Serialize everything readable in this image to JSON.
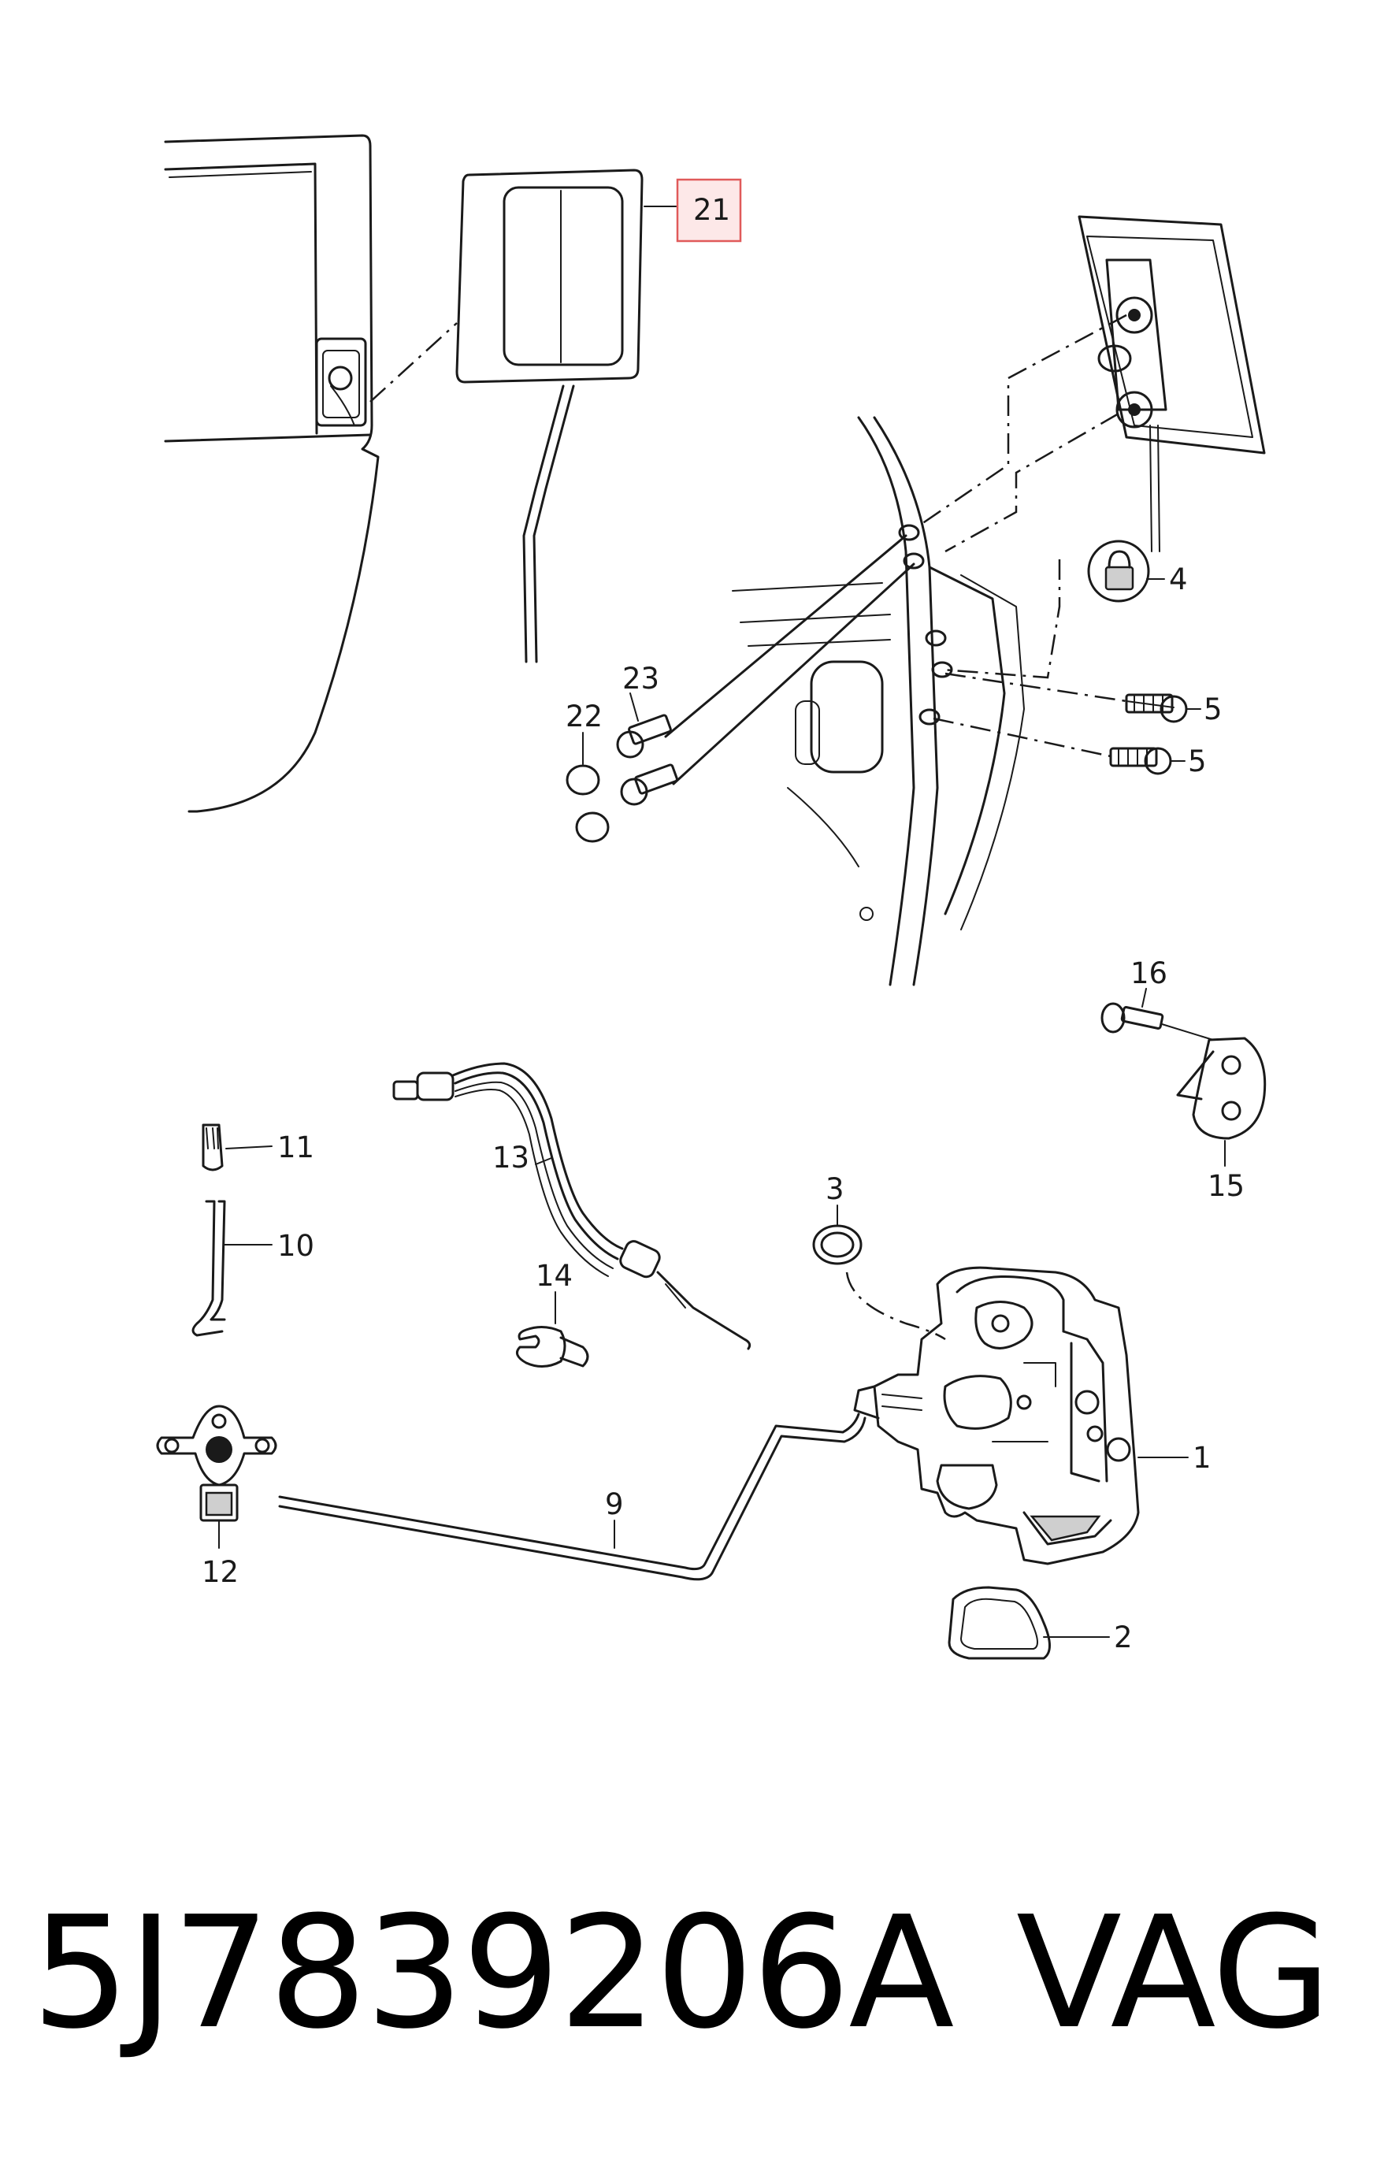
{
  "diagram": {
    "callouts": [
      {
        "id": "21",
        "label": "21",
        "highlighted": true
      },
      {
        "id": "23",
        "label": "23"
      },
      {
        "id": "22",
        "label": "22"
      },
      {
        "id": "4",
        "label": "4"
      },
      {
        "id": "5a",
        "label": "5"
      },
      {
        "id": "5b",
        "label": "5"
      },
      {
        "id": "16",
        "label": "16"
      },
      {
        "id": "15",
        "label": "15"
      },
      {
        "id": "11",
        "label": "11"
      },
      {
        "id": "10",
        "label": "10"
      },
      {
        "id": "13",
        "label": "13"
      },
      {
        "id": "3",
        "label": "3"
      },
      {
        "id": "14",
        "label": "14"
      },
      {
        "id": "1",
        "label": "1"
      },
      {
        "id": "9",
        "label": "9"
      },
      {
        "id": "12",
        "label": "12"
      },
      {
        "id": "2",
        "label": "2"
      }
    ],
    "highlight_color": "#e05a5a",
    "highlight_fill": "#fde8e8"
  },
  "footer": {
    "part_number": "5J7839206A",
    "brand": "VAG"
  }
}
